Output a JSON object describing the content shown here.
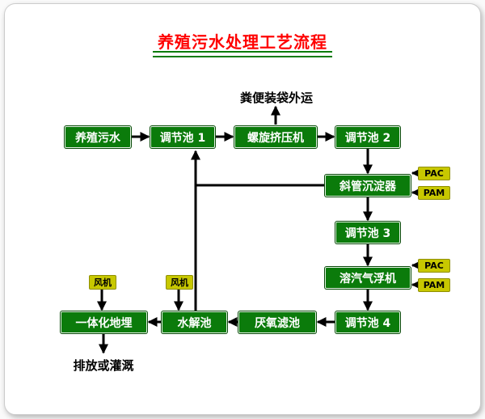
{
  "title": "养殖污水处理工艺流程",
  "flow": {
    "source": "养殖污水",
    "tank1": "调节池 1",
    "screw": "螺旋挤压机",
    "tank2": "调节池 2",
    "settler": "斜管沉淀器",
    "tank3": "调节池 3",
    "daf": "溶汽气浮机",
    "tank4": "调节池 4",
    "anaerobic": "厌氧滤池",
    "hydrolysis": "水解池",
    "buried": "一体化地埋"
  },
  "dosing": {
    "pac": "PAC",
    "pam": "PAM"
  },
  "fan_label": "风机",
  "notes": {
    "manure": "粪便装袋外运",
    "outlet": "排放或灌溉"
  },
  "colors": {
    "box_green": "#0b7b0b",
    "box_yellow": "#c8c800",
    "title_red": "#ff0000",
    "arrow": "#000000"
  }
}
